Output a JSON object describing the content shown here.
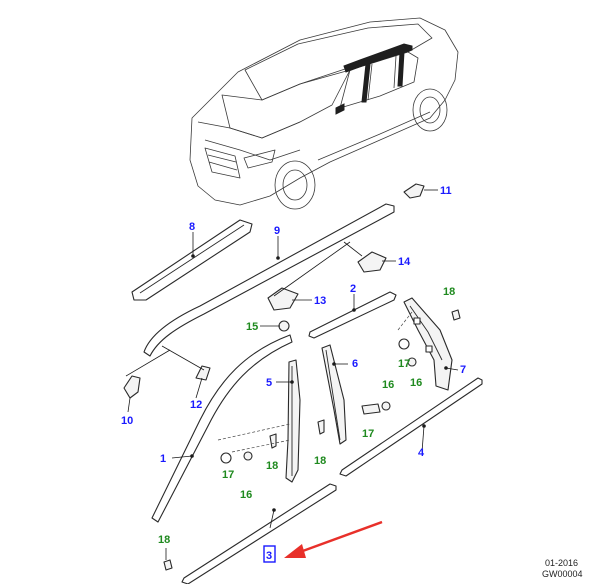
{
  "colors": {
    "blue_callout": "#1a1aff",
    "green_callout": "#1f8a1f",
    "highlight_arrow": "#e8302a",
    "line": "#2a2a2a"
  },
  "callouts": {
    "c1": "1",
    "c2": "2",
    "c3": "3",
    "c4": "4",
    "c5": "5",
    "c6": "6",
    "c7": "7",
    "c8": "8",
    "c9": "9",
    "c10": "10",
    "c11": "11",
    "c12": "12",
    "c13": "13",
    "c14": "14",
    "c15": "15",
    "c16a": "16",
    "c16b": "16",
    "c16c": "16",
    "c17a": "17",
    "c17b": "17",
    "c17c": "17",
    "c18a": "18",
    "c18b": "18",
    "c18c": "18",
    "c18d": "18"
  },
  "highlighted_callout": "3",
  "footer": {
    "date_code": "01-2016",
    "illustration_id": "GW00004"
  }
}
